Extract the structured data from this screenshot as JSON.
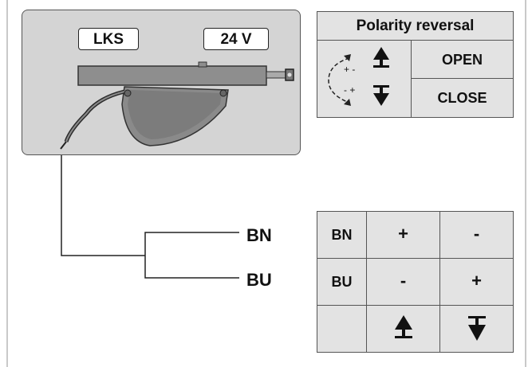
{
  "device": {
    "model_label": "LKS",
    "voltage_label": "24 V"
  },
  "wires": {
    "brown": "BN",
    "blue": "BU"
  },
  "polarity": {
    "title": "Polarity reversal",
    "symbol_top": "+ -",
    "symbol_bottom": "- +",
    "open_label": "OPEN",
    "close_label": "CLOSE"
  },
  "wiring_table": {
    "rows": [
      {
        "wire": "BN",
        "open": "+",
        "close": "-"
      },
      {
        "wire": "BU",
        "open": "-",
        "close": "+"
      }
    ],
    "footer_icons": [
      "up-arrow-icon",
      "down-arrow-icon"
    ]
  }
}
